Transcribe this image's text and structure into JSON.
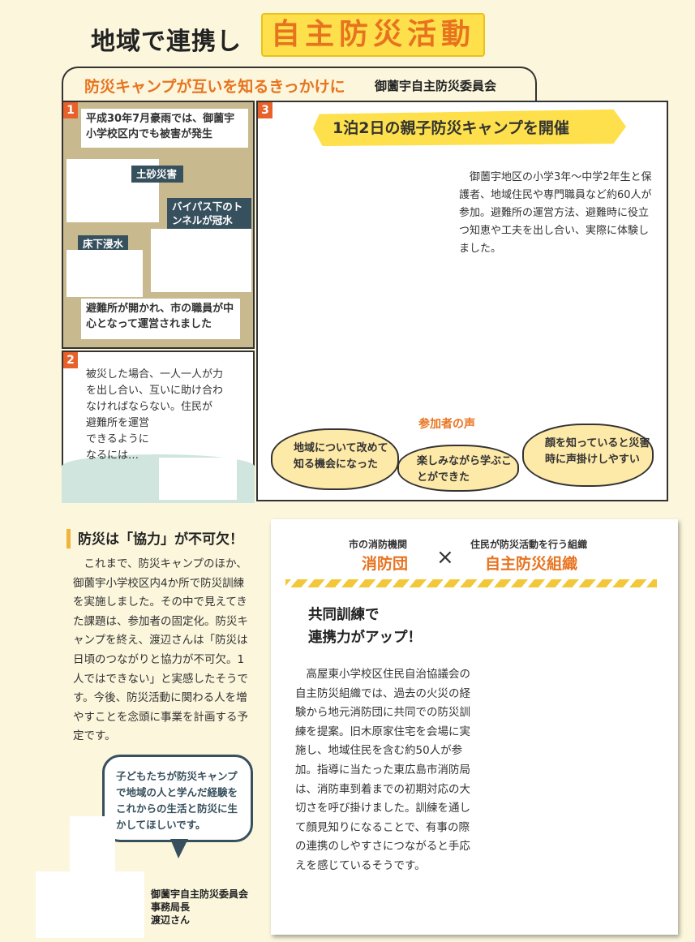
{
  "title": {
    "part1": "地域で連携し",
    "part2": "自主防災活動"
  },
  "section": {
    "title": "防災キャンプが互いを知るきっかけに",
    "org": "御薗宇自主防災委員会"
  },
  "panel1": {
    "num": "1",
    "caption_top": "平成30年7月豪雨では、御薗宇小学校区内でも被害が発生",
    "tag_landslide": "土砂災害",
    "tag_tunnel": "バイパス下のトンネルが冠水",
    "tag_flood": "床下浸水",
    "caption_bottom": "避難所が開かれ、市の職員が中心となって運営されました"
  },
  "panel2": {
    "num": "2",
    "lines": [
      "被災した場合、一人一人が力",
      "を出し合い、互いに助け合わ",
      "なければならない。住民が",
      "避難所を運営",
      "できるように",
      "なるには…"
    ]
  },
  "panel3": {
    "num": "3",
    "banner": "1泊2日の親子防災キャンプを開催",
    "text": "　御薗宇地区の小学3年～中学2年生と保護者、地域住民や専門職員など約60人が参加。避難所の運営方法、避難時に役立つ知恵や工夫を出し合い、実際に体験しました。",
    "voices_label": "参加者の声",
    "voice1": "地域について改めて知る機会になった",
    "voice2": "楽しみながら学ぶことができた",
    "voice3": "顔を知っていると災害時に声掛けしやすい"
  },
  "lower_left": {
    "title": "防災は「協力」が不可欠！",
    "text": "　これまで、防災キャンプのほか、御薗宇小学校区内4か所で防災訓練を実施しました。その中で見えてきた課題は、参加者の固定化。防災キャンプを終え、渡辺さんは「防災は日頃のつながりと協力が不可欠。1人ではできない」と実感したそうです。今後、防災活動に関わる人を増やすことを念頭に事業を計画する予定です。",
    "quote": "子どもたちが防災キャンプで地域の人と学んだ経験をこれからの生活と防災に生かしてほしいです。",
    "sig1": "御薗宇自主防災委員会",
    "sig2": "事務局長",
    "sig3": "渡辺さん"
  },
  "card": {
    "left_small": "市の消防機関",
    "left_big": "消防団",
    "cross": "×",
    "right_small": "住民が防災活動を行う組織",
    "right_big": "自主防災組織",
    "heading1": "共同訓練で",
    "heading2": "連携力がアップ！",
    "text": "　高屋東小学校区住民自治協議会の自主防災組織では、過去の火災の経験から地元消防団に共同での防災訓練を提案。旧木原家住宅を会場に実施し、地域住民を含む約50人が参加。指導に当たった東広島市消防局は、消防車到着までの初期対応の大切さを呼び掛けました。訓練を通して顔見知りになることで、有事の際の連携のしやすさにつながると手応えを感じているそうです。"
  },
  "colors": {
    "accent": "#e8731f",
    "yellow": "#fde04b",
    "navy": "#37505e",
    "number": "#e8612a"
  }
}
